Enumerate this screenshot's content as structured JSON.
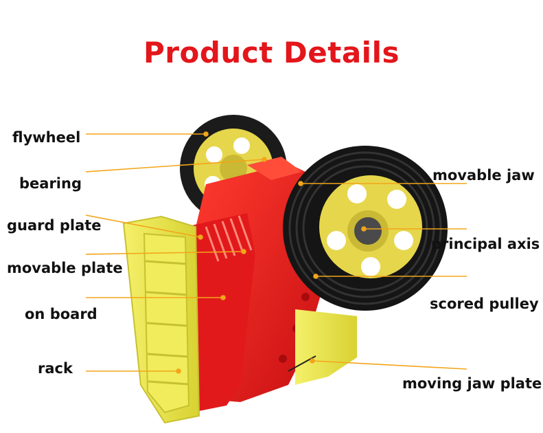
{
  "title": "Product Details",
  "colors": {
    "title": "#e3161b",
    "leader": "#f2a51a",
    "frame": "#e11d1d",
    "rack": "#eee84a",
    "wheel": "#1b1b1b",
    "hub": "#e6d64c"
  },
  "labels_left": [
    "flywheel",
    "bearing",
    "guard plate",
    "movable plate",
    "on board",
    "rack"
  ],
  "labels_right": [
    "movable jaw",
    "principal axis",
    "scored pulley",
    "moving jaw plate"
  ]
}
